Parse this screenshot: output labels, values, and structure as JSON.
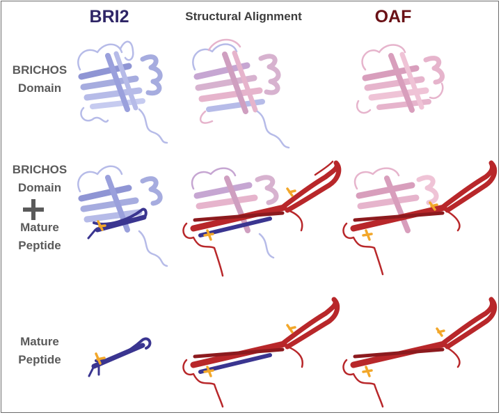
{
  "columns": {
    "bri2": "BRI2",
    "alignment": "Structural Alignment",
    "oaf": "OAF"
  },
  "rows": {
    "brichos": {
      "line1": "BRICHOS",
      "line2": "Domain"
    },
    "combined": {
      "line1": "BRICHOS",
      "line2": "Domain",
      "line3": "Mature",
      "line4": "Peptide"
    },
    "peptide": {
      "line1": "Mature",
      "line2": "Peptide"
    }
  },
  "colors": {
    "bri2_domain": "#b6bbe8",
    "bri2_peptide": "#3a3590",
    "oaf_domain": "#e6b4cc",
    "oaf_peptide": "#b8272a",
    "disulfide": "#f2a72a",
    "bri2_title": "#2e2566",
    "oaf_title": "#6a1116"
  }
}
